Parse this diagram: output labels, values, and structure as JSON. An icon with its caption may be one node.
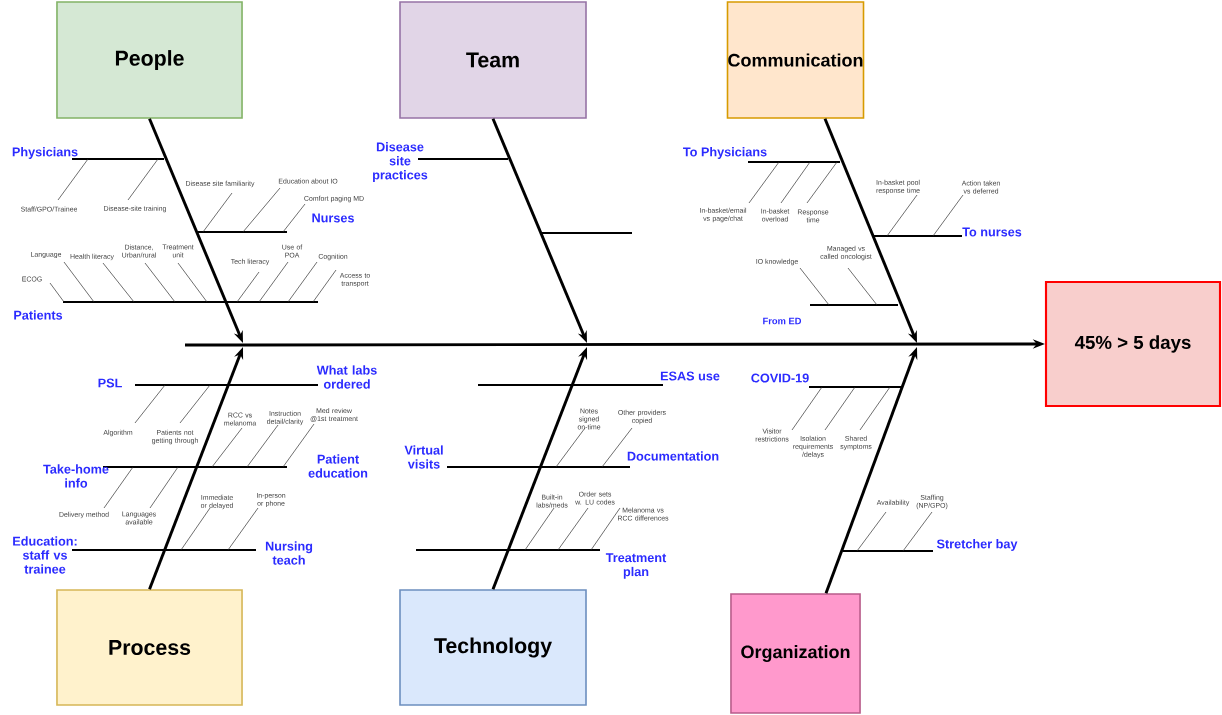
{
  "diagram": {
    "nodes": [
      {
        "text": [
          "People"
        ]
      },
      {
        "text": [
          "Team"
        ]
      },
      {
        "text": [
          "Communication"
        ]
      },
      {
        "text": [
          "45% > 5 days"
        ]
      },
      {
        "text": [
          "Process"
        ]
      },
      {
        "text": [
          "Technology"
        ]
      },
      {
        "text": [
          "Organization"
        ]
      }
    ],
    "edges": [
      {
        "from": 0,
        "to": null,
        "arrow": "to"
      },
      {
        "from": 1,
        "to": null,
        "arrow": "to"
      },
      {
        "from": 2,
        "to": null,
        "arrow": "to"
      },
      {
        "from": null,
        "to": 3,
        "arrow": "to"
      },
      {
        "from": 4,
        "to": null,
        "arrow": "to"
      },
      {
        "from": 5,
        "to": null,
        "arrow": "to"
      },
      {
        "from": 6,
        "to": null,
        "arrow": "to"
      }
    ],
    "labels": [
      "Physicians",
      "Staff/GPO/Trainee",
      "Disease-site training",
      "Disease site familiarity",
      "Education about IO",
      "Comfort paging MD",
      "Nurses",
      "Language",
      "Health literacy",
      "Distance, Urban/rural",
      "Treatment unit",
      "ECOG",
      "Tech literacy",
      "Use of POA",
      "Cognition",
      "Access to transport",
      "Patients",
      "Disease site practices",
      "To Physicians",
      "In-basket/email vs page/chat",
      "In-basket overload",
      "Response time",
      "In-basket pool response time",
      "Action taken vs deferred",
      "To nurses",
      "IO knowledge",
      "Managed vs called oncologist",
      "From ED",
      "PSL",
      "What labs ordered",
      "Algorithm",
      "Patients not getting through",
      "RCC vs melanoma",
      "Instruction detail/clarity",
      "Med review @1st treatment",
      "Take-home info",
      "Patient education",
      "Delivery method",
      "Languages available",
      "Immediate or delayed",
      "In-person or phone",
      "Education: staff vs trainee",
      "Nursing teach",
      "ESAS use",
      "Virtual visits",
      "Notes signed on-time",
      "Other providers copied",
      "Documentation",
      "Built-in labs/meds",
      "Order sets w. LU codes",
      "Melanoma vs RCC differences",
      "Treatment plan",
      "COVID-19",
      "Visitor restrictions",
      "Isolation requirements /delays",
      "Shared symptoms",
      "Availability",
      "Staffing (NP/GPO)",
      "Stretcher bay"
    ]
  }
}
